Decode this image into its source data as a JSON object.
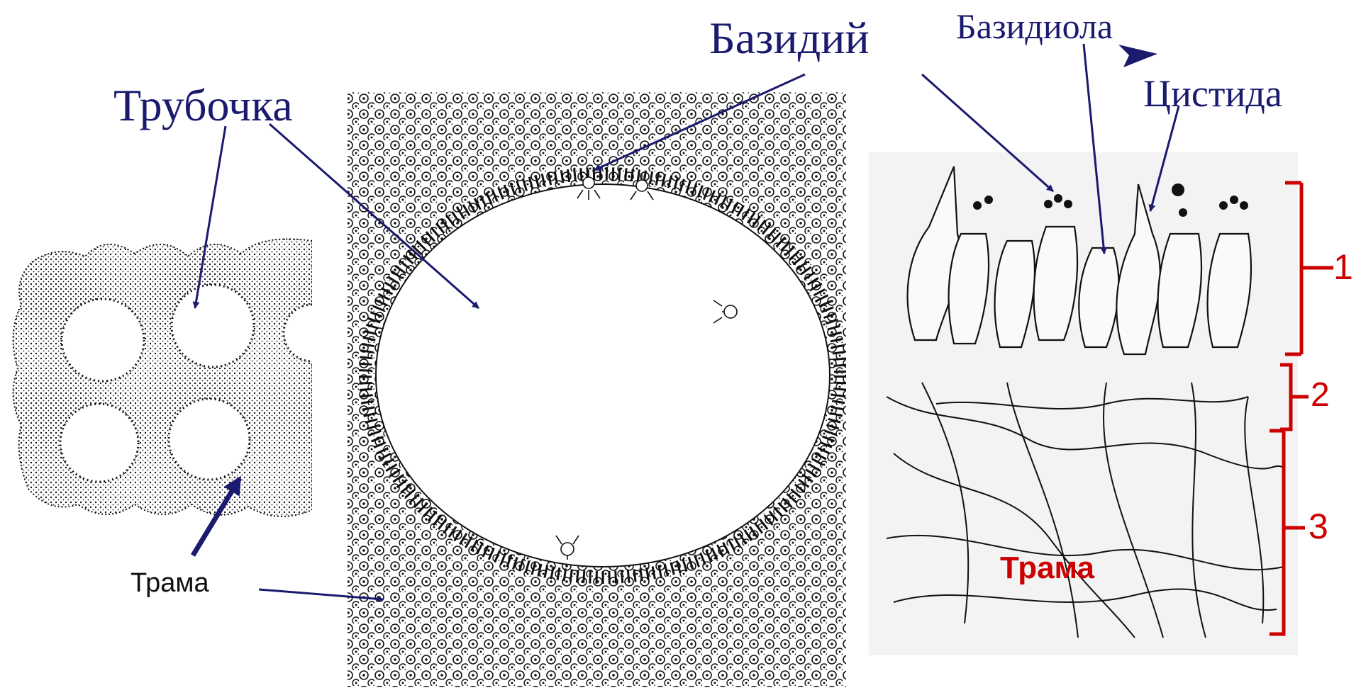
{
  "labels": {
    "tube": "Трубочка",
    "basidium": "Базидий",
    "basidiole": "Базидиола",
    "cystidium": "Цистида",
    "trama_left": "Трама",
    "trama_right": "Трама",
    "layer_1": "1",
    "layer_2": "2",
    "layer_3": "3"
  },
  "colors": {
    "label_text": "#1a1a6e",
    "arrow": "#1a1a6e",
    "bracket": "#cc0000",
    "ink": "#111111",
    "panel_bg": "#f3f3f3"
  }
}
